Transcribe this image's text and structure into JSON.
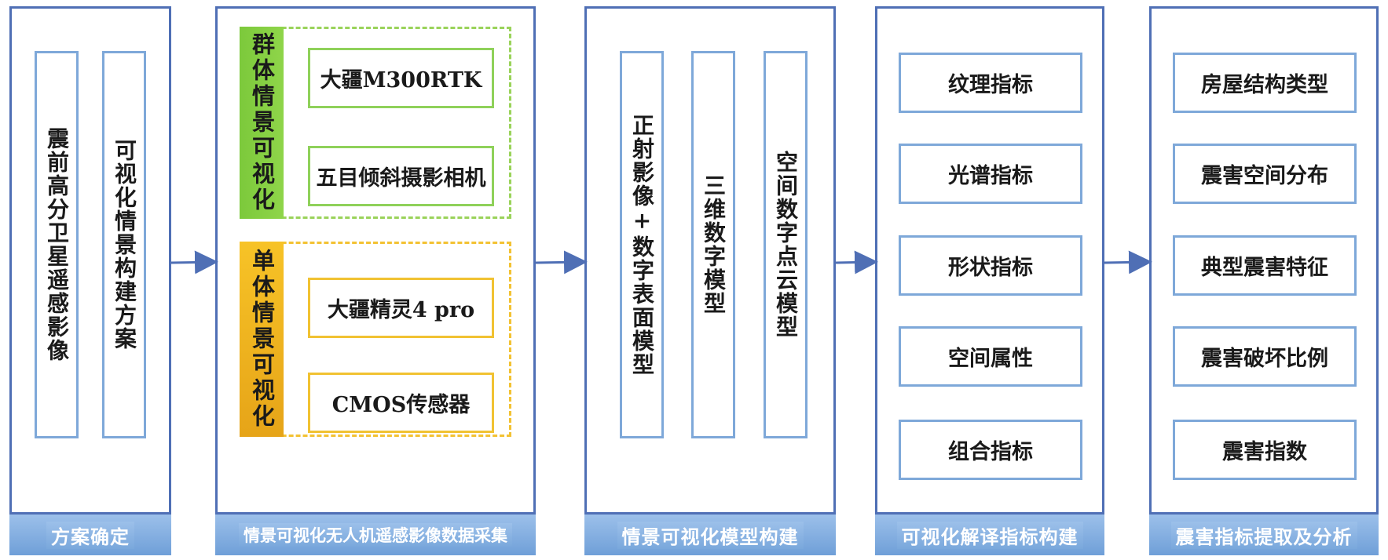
{
  "colors": {
    "panel_border": "#4f6fb5",
    "box_border": "#7ea8d9",
    "label_bg": "#7aa8dc",
    "green": "#7cc93b",
    "yellow": "#f3c233",
    "arrow": "#4f6fb5"
  },
  "panel1": {
    "label": "方案确定",
    "box1": "震前高分卫星遥感影像",
    "box2": "可视化情景构建方案"
  },
  "panel2": {
    "label": "情景可视化无人机遥感影像数据采集",
    "group1": {
      "title": "群体情景可视化",
      "items": [
        "大疆M300RTK",
        "五目倾斜摄影相机"
      ]
    },
    "group2": {
      "title": "单体情景可视化",
      "items": [
        "大疆精灵4 pro",
        "CMOS传感器"
      ]
    }
  },
  "panel3": {
    "label": "情景可视化模型构建",
    "box1": "正射影像+数字表面模型",
    "box2": "三维数字模型",
    "box3": "空间数字点云模型"
  },
  "panel4": {
    "label": "可视化解译指标构建",
    "items": [
      "纹理指标",
      "光谱指标",
      "形状指标",
      "空间属性",
      "组合指标"
    ]
  },
  "panel5": {
    "label": "震害指标提取及分析",
    "items": [
      "房屋结构类型",
      "震害空间分布",
      "典型震害特征",
      "震害破坏比例",
      "震害指数"
    ]
  }
}
